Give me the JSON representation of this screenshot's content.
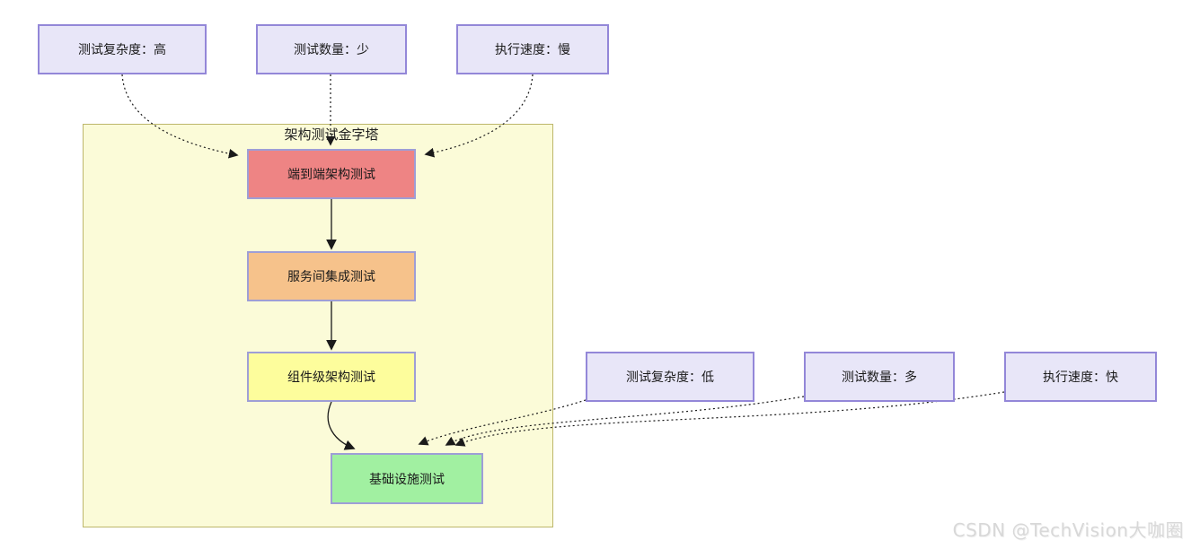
{
  "diagram": {
    "top_annotations": [
      {
        "label": "测试复杂度：高"
      },
      {
        "label": "测试数量：少"
      },
      {
        "label": "执行速度：慢"
      }
    ],
    "bottom_annotations": [
      {
        "label": "测试复杂度：低"
      },
      {
        "label": "测试数量：多"
      },
      {
        "label": "执行速度：快"
      }
    ],
    "pyramid": {
      "title": "架构测试金字塔",
      "container_fill": "#FBFBD8",
      "container_border": "#BDB76B",
      "levels": [
        {
          "id": "end-to-end",
          "label": "端到端架构测试",
          "fill": "#EE8484"
        },
        {
          "id": "integration",
          "label": "服务间集成测试",
          "fill": "#F6C28B"
        },
        {
          "id": "component",
          "label": "组件级架构测试",
          "fill": "#FDFD9C"
        },
        {
          "id": "infrastructure",
          "label": "基础设施测试",
          "fill": "#A1F0A1"
        }
      ]
    },
    "annotation_style": {
      "fill": "#E8E6F8",
      "border": "#9387D8"
    },
    "level_border": "#9E9ED6",
    "line_color": "#1a1a1a"
  },
  "watermark": "CSDN @TechVision大咖圈"
}
